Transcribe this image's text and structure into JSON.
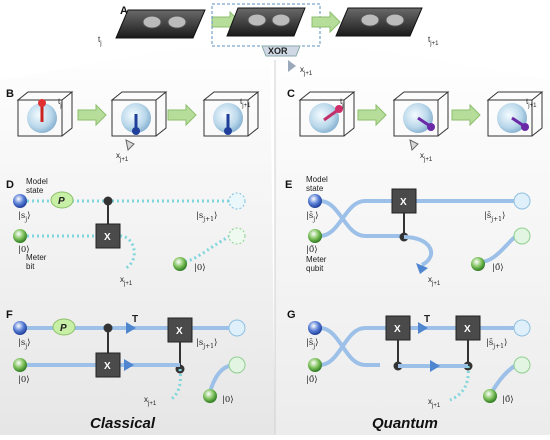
{
  "panel_a": {
    "label": "A",
    "time_left": "t",
    "time_left_sub": "j",
    "time_right": "t",
    "time_right_sub": "j+1",
    "xor_label": "XOR",
    "output": "x",
    "output_sub": "j+1"
  },
  "panel_b": {
    "label": "B",
    "time_left": "t",
    "time_left_sub": "j",
    "time_right": "t",
    "time_right_sub": "j+1",
    "output": "x",
    "output_sub": "j+1"
  },
  "panel_c": {
    "label": "C",
    "time_left": "t",
    "time_left_sub": "j",
    "time_right": "t",
    "time_right_sub": "j+1",
    "output": "x",
    "output_sub": "j+1"
  },
  "panel_d": {
    "label": "D",
    "model_label_1": "Model",
    "model_label_2": "state",
    "meter_label_1": "Meter",
    "meter_label_2": "bit",
    "state_in": "|s",
    "state_in_sub": "j",
    "state_out": "|s",
    "state_out_sub": "j+1",
    "zero_in": "|0⟩",
    "zero_out": "|0⟩",
    "p_gate": "P",
    "x_gate": "X",
    "output": "x",
    "output_sub": "j+1"
  },
  "panel_e": {
    "label": "E",
    "model_label_1": "Model",
    "model_label_2": "state",
    "meter_label_1": "Meter",
    "meter_label_2": "qubit",
    "state_in": "|s̄",
    "state_in_sub": "j",
    "state_out": "|s̄",
    "state_out_sub": "j+1",
    "zero_in": "|0̄⟩",
    "zero_out": "|0̄⟩",
    "x_gate": "X",
    "output": "x",
    "output_sub": "j+1"
  },
  "panel_f": {
    "label": "F",
    "state_in": "|s",
    "state_in_sub": "j",
    "state_out": "|s",
    "state_out_sub": "j+1",
    "zero_in": "|0⟩",
    "zero_out": "|0⟩",
    "p_gate": "P",
    "t_label": "T",
    "x_gate": "X",
    "output": "x",
    "output_sub": "j+1"
  },
  "panel_g": {
    "label": "G",
    "state_in": "|s̄",
    "state_in_sub": "j",
    "state_out": "|s̄",
    "state_out_sub": "j+1",
    "zero_in": "|0̄⟩",
    "zero_out": "|0̄⟩",
    "t_label": "T",
    "x_gate": "X",
    "output": "x",
    "output_sub": "j+1"
  },
  "footer": {
    "classical": "Classical",
    "quantum": "Quantum"
  },
  "colors": {
    "wire": "#9cc0e8",
    "wire_dark": "#4f86cf",
    "model_node": "#1f3f9a",
    "meter_node": "#3f8f2f",
    "arrow": "#b7dd9a",
    "gate": "#4a4a4a",
    "p_cloud": "#c7f0a6",
    "dotted": "#7fd6dc"
  }
}
